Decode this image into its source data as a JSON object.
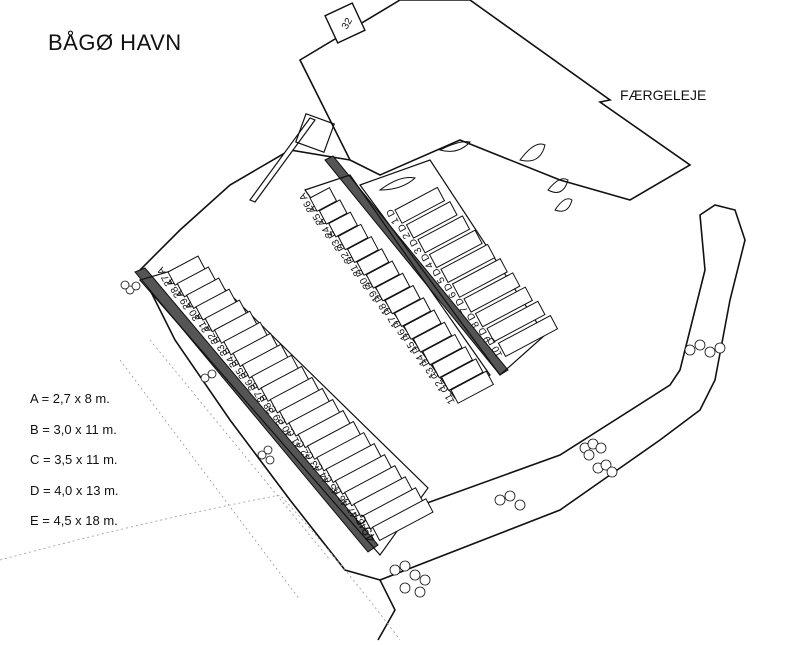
{
  "title": "BÅGØ HAVN",
  "ferry_label": "FÆRGELEJE",
  "building_number": "32",
  "legend": [
    "A = 2,7 x 8 m.",
    "B = 3,0 x 11 m.",
    "C = 3,5 x 11 m.",
    "D = 4,0 x 13 m.",
    "E = 4,5 x 18 m."
  ],
  "pier_left_berths": [
    "27 A",
    "28 A",
    "29 A",
    "30 A",
    "31 A",
    "32 A",
    "33 B",
    "34 B",
    "35 B",
    "36 B",
    "37 B",
    "38 B",
    "39 C",
    "40 C",
    "41 C",
    "42 C",
    "43 C",
    "44 C",
    "45 C",
    "46 D",
    "47 D",
    "48 E",
    "49 C"
  ],
  "pier_center_west_berths": [
    "26 A",
    "25 A",
    "24 A",
    "23 B",
    "22 D",
    "21 D",
    "20 D",
    "19 D",
    "18 D",
    "17 D",
    "16 D",
    "15 D",
    "14 D",
    "13 D",
    "12 C",
    "11 C"
  ],
  "pier_center_east_berths": [
    "1 D",
    "2 D",
    "3 D",
    "4 D",
    "5 D",
    "6 D",
    "7 D",
    "8 D",
    "9 D",
    "10 D"
  ]
}
